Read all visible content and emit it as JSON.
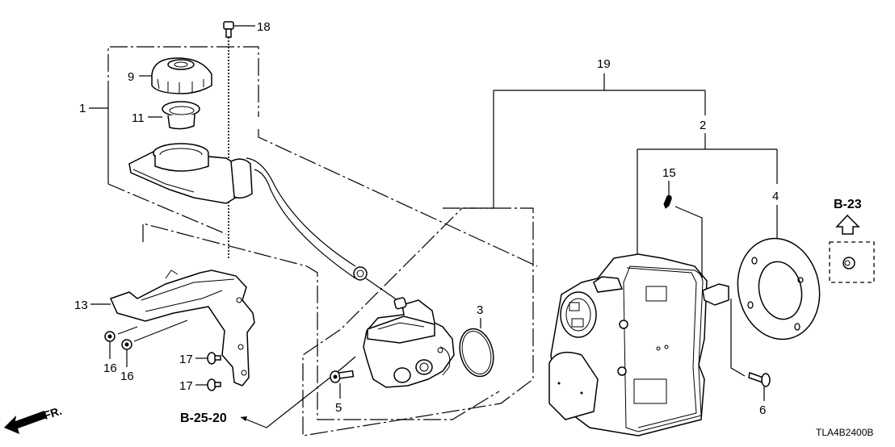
{
  "diagram": {
    "type": "exploded-parts-diagram",
    "code": "TLA4B2400B",
    "front_indicator": "FR.",
    "references": [
      {
        "id": "ref-b-23",
        "text": "B-23"
      },
      {
        "id": "ref-b-25-20",
        "text": "B-25-20"
      }
    ],
    "callouts": [
      {
        "number": "1",
        "part": "reservoir-assembly"
      },
      {
        "number": "2",
        "part": "actuator-sub-assembly"
      },
      {
        "number": "3",
        "part": "o-ring"
      },
      {
        "number": "4",
        "part": "gasket"
      },
      {
        "number": "5",
        "part": "bolt"
      },
      {
        "number": "6",
        "part": "pin"
      },
      {
        "number": "9",
        "part": "reservoir-cap"
      },
      {
        "number": "11",
        "part": "strainer"
      },
      {
        "number": "13",
        "part": "bracket"
      },
      {
        "number": "15",
        "part": "clip"
      },
      {
        "number": "16a",
        "label": "16",
        "part": "nut"
      },
      {
        "number": "16b",
        "label": "16",
        "part": "nut"
      },
      {
        "number": "17a",
        "label": "17",
        "part": "bolt-washer"
      },
      {
        "number": "17b",
        "label": "17",
        "part": "bolt-washer"
      },
      {
        "number": "18",
        "part": "bolt"
      },
      {
        "number": "19",
        "part": "brake-booster-assembly"
      }
    ],
    "labels": {
      "c1": "1",
      "c2": "2",
      "c3": "3",
      "c4": "4",
      "c5": "5",
      "c6": "6",
      "c9": "9",
      "c11": "11",
      "c13": "13",
      "c15": "15",
      "c16a": "16",
      "c16b": "16",
      "c17a": "17",
      "c17b": "17",
      "c18": "18",
      "c19": "19"
    }
  }
}
